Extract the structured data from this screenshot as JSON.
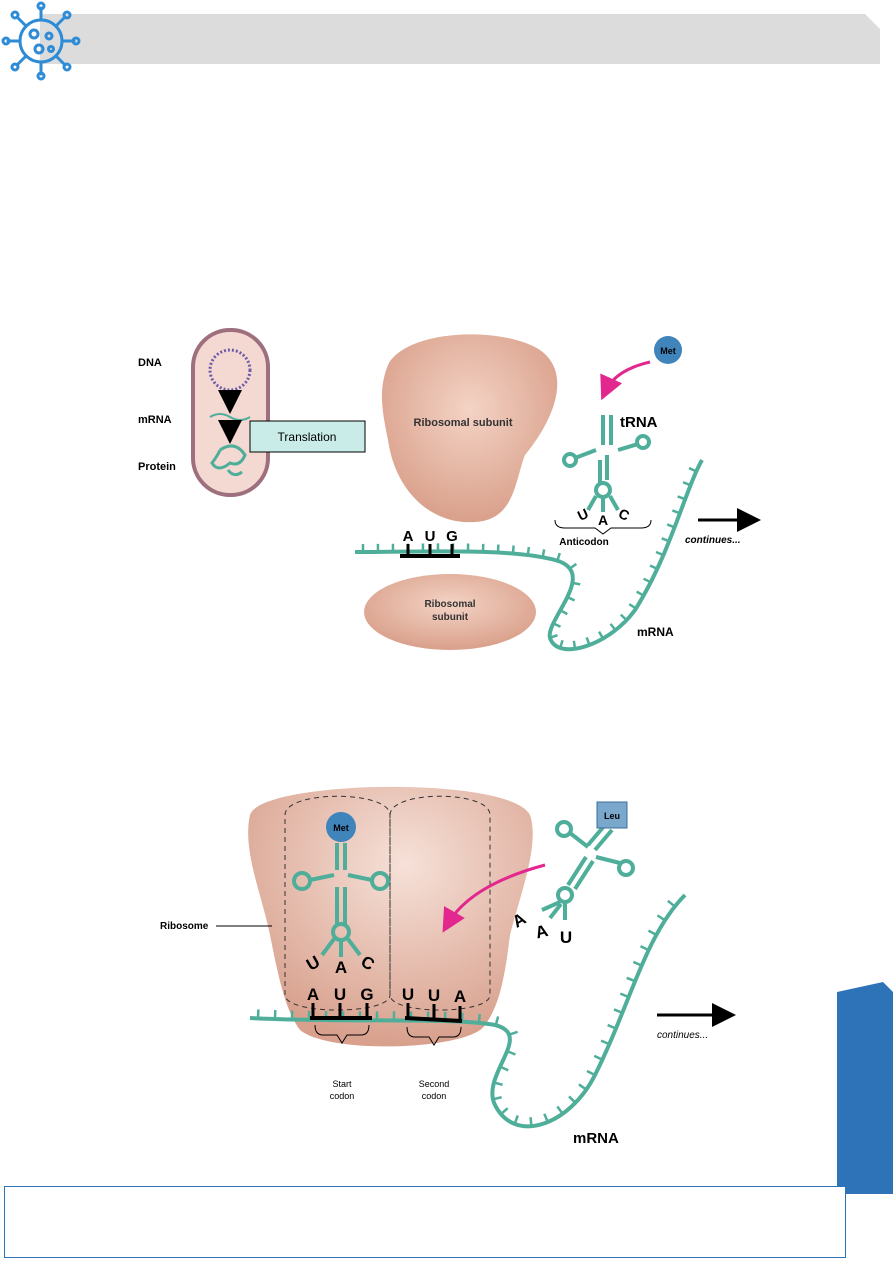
{
  "colors": {
    "header_bar": "#dcdcdc",
    "logo_blue": "#2e8bd6",
    "side_tab": "#2e73b8",
    "rna_teal": "#4fae99",
    "ribosome": "#e3b3a1",
    "cell_wall": "#9e6f7d",
    "amino_acid_blue": "#3f84bb",
    "arrow_magenta": "#e2288e",
    "translation_box": "#c9ece8"
  },
  "icons": [
    "virus-icon"
  ],
  "figure1": {
    "cell_labels": {
      "dna": "DNA",
      "mrna": "mRNA",
      "protein": "Protein"
    },
    "process_box": "Translation",
    "large_subunit": "Ribosomal subunit",
    "small_subunit_line1": "Ribosomal",
    "small_subunit_line2": "subunit",
    "amino_acid": "Met",
    "trna": "tRNA",
    "anticodon_bases": [
      "U",
      "A",
      "C"
    ],
    "anticodon_label": "Anticodon",
    "codon_bases": [
      "A",
      "U",
      "G"
    ],
    "mrna": "mRNA",
    "continues": "continues..."
  },
  "figure2": {
    "ribosome": "Ribosome",
    "amino_acid_1": "Met",
    "amino_acid_2": "Leu",
    "anticodon_1": [
      "U",
      "A",
      "C"
    ],
    "anticodon_2": [
      "A",
      "A",
      "U"
    ],
    "start_codon_bases": [
      "A",
      "U",
      "G"
    ],
    "second_codon_bases": [
      "U",
      "U",
      "A"
    ],
    "start_codon_line1": "Start",
    "start_codon_line2": "codon",
    "second_codon_line1": "Second",
    "second_codon_line2": "codon",
    "mrna": "mRNA",
    "continues": "continues..."
  }
}
